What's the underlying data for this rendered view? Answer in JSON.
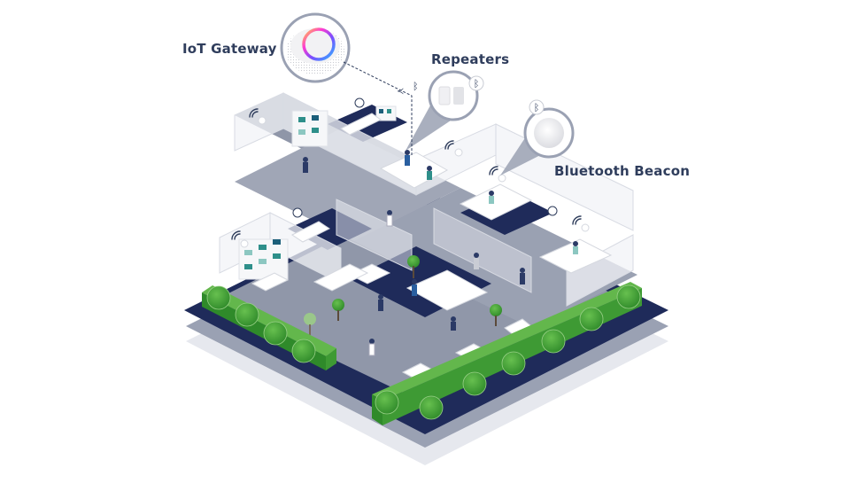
{
  "diagram": {
    "title": "Smart office IoT indoor positioning layout",
    "labels": {
      "gateway": "IoT Gateway",
      "repeaters": "Repeaters",
      "beacon": "Bluetooth Beacon"
    },
    "devices": [
      {
        "id": "gateway",
        "name": "IoT Gateway",
        "icon": "gateway-device-icon"
      },
      {
        "id": "repeaters",
        "name": "Repeaters",
        "icon": "repeater-device-icon",
        "badge": "bluetooth-icon"
      },
      {
        "id": "beacon",
        "name": "Bluetooth Beacon",
        "icon": "beacon-device-icon",
        "badge": "bluetooth-icon"
      }
    ],
    "connections": [
      {
        "from": "gateway",
        "to": "repeaters",
        "style": "dashed",
        "badge": "bluetooth-icon"
      }
    ],
    "signal_icons": "wifi-signal-icon",
    "colors": {
      "label_text": "#2f3d5c",
      "floor_dark": "#1f2b5a",
      "floor_gray": "#9aa1b3",
      "floor_light": "#e6e8ee",
      "room_floor": "#8f96a8",
      "wall_glass": "#eef0f4",
      "hedge_green": "#4caa3c",
      "hedge_dark": "#2f8a2a",
      "callout_ring": "#9aa1b3",
      "gateway_ring_colors": [
        "#ff3bd1",
        "#7b4dff",
        "#2fb3ff",
        "#ffd23b"
      ]
    }
  }
}
